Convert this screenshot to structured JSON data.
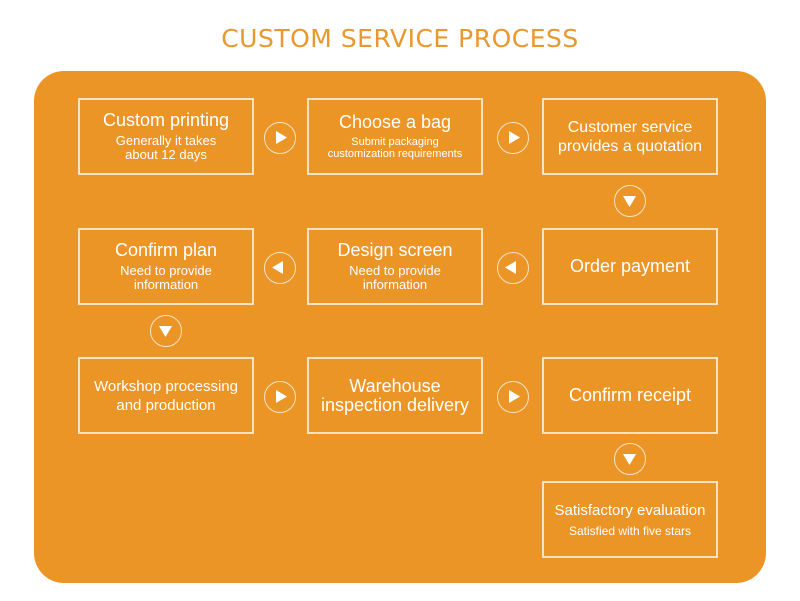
{
  "title": "CUSTOM SERVICE PROCESS",
  "colors": {
    "accent": "#ec9527",
    "title": "#e8982e",
    "border": "#f6e3c4"
  },
  "steps": [
    {
      "title": "Custom printing",
      "subtitle": "Generally it takes about 12 days"
    },
    {
      "title": "Choose a bag",
      "subtitle": "Submit packaging customization requirements"
    },
    {
      "title": "Customer service provides a quotation",
      "subtitle": ""
    },
    {
      "title": "Order payment",
      "subtitle": ""
    },
    {
      "title": "Design screen",
      "subtitle": "Need to provide information"
    },
    {
      "title": "Confirm plan",
      "subtitle": "Need to provide information"
    },
    {
      "title": "Workshop processing and production",
      "subtitle": ""
    },
    {
      "title": "Warehouse inspection delivery",
      "subtitle": ""
    },
    {
      "title": "Confirm receipt",
      "subtitle": ""
    },
    {
      "title": "Satisfactory evaluation",
      "subtitle": "Satisfied with five stars"
    }
  ],
  "arrows": [
    "right",
    "right",
    "down",
    "left",
    "left",
    "down",
    "right",
    "right",
    "down"
  ]
}
